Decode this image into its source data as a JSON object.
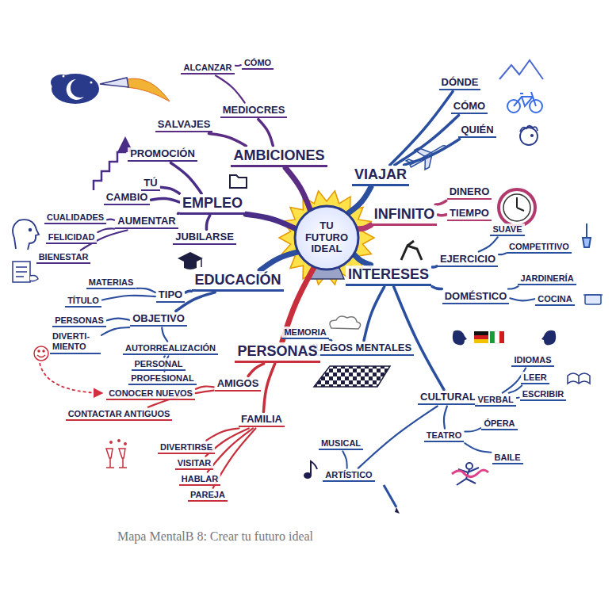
{
  "diagram": {
    "caption": "Mapa MentalB 8: Crear tu futuro ideal",
    "nodes": [
      {
        "text": [
          "TU FUTURO IDEAL"
        ]
      },
      {
        "text": [
          "AMBICIONES"
        ]
      },
      {
        "text": [
          "SALVAJES"
        ]
      },
      {
        "text": [
          "MEDIOCRES"
        ]
      },
      {
        "text": [
          "ALCANZAR"
        ]
      },
      {
        "text": [
          "CÓMO"
        ]
      },
      {
        "text": [
          "VIAJAR"
        ]
      },
      {
        "text": [
          "DÓNDE"
        ]
      },
      {
        "text": [
          "CÓMO"
        ]
      },
      {
        "text": [
          "QUIÉN"
        ]
      },
      {
        "text": [
          "INFINITO"
        ]
      },
      {
        "text": [
          "DINERO"
        ]
      },
      {
        "text": [
          "TIEMPO"
        ]
      },
      {
        "text": [
          "INTERESES"
        ]
      },
      {
        "text": [
          "EJERCICIO"
        ]
      },
      {
        "text": [
          "SUAVE"
        ]
      },
      {
        "text": [
          "COMPETITIVO"
        ]
      },
      {
        "text": [
          "DOMÉSTICO"
        ]
      },
      {
        "text": [
          "JARDINERÍA"
        ]
      },
      {
        "text": [
          "COCINA"
        ]
      },
      {
        "text": [
          "JUEGOS MENTALES"
        ]
      },
      {
        "text": [
          "MEMORIA"
        ]
      },
      {
        "text": [
          "CULTURAL"
        ]
      },
      {
        "text": [
          "VERBAL"
        ]
      },
      {
        "text": [
          "IDIOMAS"
        ]
      },
      {
        "text": [
          "LEER"
        ]
      },
      {
        "text": [
          "ESCRIBIR"
        ]
      },
      {
        "text": [
          "ARTÍSTICO"
        ]
      },
      {
        "text": [
          "MUSICAL"
        ]
      },
      {
        "text": [
          "TEATRO"
        ]
      },
      {
        "text": [
          "ÓPERA"
        ]
      },
      {
        "text": [
          "BAILE"
        ]
      },
      {
        "text": [
          "PERSONAS"
        ]
      },
      {
        "text": [
          "AMIGOS"
        ]
      },
      {
        "text": [
          "CONOCER NUEVOS"
        ]
      },
      {
        "text": [
          "CONTACTAR ANTIGUOS"
        ]
      },
      {
        "text": [
          "FAMILIA"
        ]
      },
      {
        "text": [
          "DIVERTIRSE"
        ]
      },
      {
        "text": [
          "VISITAR"
        ]
      },
      {
        "text": [
          "HABLAR"
        ]
      },
      {
        "text": [
          "PAREJA"
        ]
      },
      {
        "text": [
          "EDUCACIÓN"
        ]
      },
      {
        "text": [
          "TIPO"
        ]
      },
      {
        "text": [
          "MATERIAS"
        ]
      },
      {
        "text": [
          "TÍTULO"
        ]
      },
      {
        "text": [
          "OBJETIVO"
        ]
      },
      {
        "text": [
          "PERSONAS"
        ]
      },
      {
        "text": [
          "DIVERTI- MIENTO"
        ]
      },
      {
        "text": [
          "AUTORREALIZACIÓN"
        ]
      },
      {
        "text": [
          "PERSONAL"
        ]
      },
      {
        "text": [
          "PROFESIONAL"
        ]
      },
      {
        "text": [
          "EMPLEO"
        ]
      },
      {
        "text": [
          "PROMOCIÓN"
        ]
      },
      {
        "text": [
          "TÚ"
        ]
      },
      {
        "text": [
          "CAMBIO"
        ]
      },
      {
        "text": [
          "AUMENTAR"
        ]
      },
      {
        "text": [
          "CUALIDADES"
        ]
      },
      {
        "text": [
          "FELICIDAD"
        ]
      },
      {
        "text": [
          "BIENESTAR"
        ]
      },
      {
        "text": [
          "JUBILARSE"
        ]
      }
    ],
    "edges": [
      {
        "from": 0,
        "to": 1,
        "arrow": "none"
      },
      {
        "from": 1,
        "to": 2,
        "arrow": "none"
      },
      {
        "from": 1,
        "to": 3,
        "arrow": "none"
      },
      {
        "from": 3,
        "to": 4,
        "arrow": "none"
      },
      {
        "from": 4,
        "to": 5,
        "arrow": "none"
      },
      {
        "from": 0,
        "to": 6,
        "arrow": "none"
      },
      {
        "from": 6,
        "to": 7,
        "arrow": "none"
      },
      {
        "from": 6,
        "to": 8,
        "arrow": "none"
      },
      {
        "from": 6,
        "to": 9,
        "arrow": "none"
      },
      {
        "from": 0,
        "to": 10,
        "arrow": "none"
      },
      {
        "from": 10,
        "to": 11,
        "arrow": "none"
      },
      {
        "from": 10,
        "to": 12,
        "arrow": "none"
      },
      {
        "from": 0,
        "to": 13,
        "arrow": "none"
      },
      {
        "from": 13,
        "to": 14,
        "arrow": "none"
      },
      {
        "from": 14,
        "to": 15,
        "arrow": "none"
      },
      {
        "from": 14,
        "to": 16,
        "arrow": "none"
      },
      {
        "from": 13,
        "to": 17,
        "arrow": "none"
      },
      {
        "from": 17,
        "to": 18,
        "arrow": "none"
      },
      {
        "from": 17,
        "to": 19,
        "arrow": "none"
      },
      {
        "from": 13,
        "to": 20,
        "arrow": "none"
      },
      {
        "from": 20,
        "to": 21,
        "arrow": "none"
      },
      {
        "from": 13,
        "to": 22,
        "arrow": "none"
      },
      {
        "from": 22,
        "to": 23,
        "arrow": "none"
      },
      {
        "from": 23,
        "to": 24,
        "arrow": "none"
      },
      {
        "from": 23,
        "to": 25,
        "arrow": "none"
      },
      {
        "from": 23,
        "to": 26,
        "arrow": "none"
      },
      {
        "from": 22,
        "to": 27,
        "arrow": "none"
      },
      {
        "from": 27,
        "to": 28,
        "arrow": "none"
      },
      {
        "from": 22,
        "to": 29,
        "arrow": "none"
      },
      {
        "from": 29,
        "to": 30,
        "arrow": "none"
      },
      {
        "from": 29,
        "to": 31,
        "arrow": "none"
      },
      {
        "from": 0,
        "to": 32,
        "arrow": "none"
      },
      {
        "from": 32,
        "to": 33,
        "arrow": "none"
      },
      {
        "from": 33,
        "to": 34,
        "arrow": "none"
      },
      {
        "from": 33,
        "to": 35,
        "arrow": "none"
      },
      {
        "from": 32,
        "to": 36,
        "arrow": "none"
      },
      {
        "from": 36,
        "to": 37,
        "arrow": "none"
      },
      {
        "from": 36,
        "to": 38,
        "arrow": "none"
      },
      {
        "from": 36,
        "to": 39,
        "arrow": "none"
      },
      {
        "from": 36,
        "to": 40,
        "arrow": "none"
      },
      {
        "from": 0,
        "to": 41,
        "arrow": "none"
      },
      {
        "from": 41,
        "to": 42,
        "arrow": "none"
      },
      {
        "from": 42,
        "to": 43,
        "arrow": "none"
      },
      {
        "from": 42,
        "to": 44,
        "arrow": "none"
      },
      {
        "from": 41,
        "to": 45,
        "arrow": "none"
      },
      {
        "from": 45,
        "to": 46,
        "arrow": "none"
      },
      {
        "from": 45,
        "to": 47,
        "arrow": "none"
      },
      {
        "from": 45,
        "to": 48,
        "arrow": "none"
      },
      {
        "from": 48,
        "to": 49,
        "arrow": "none"
      },
      {
        "from": 48,
        "to": 50,
        "arrow": "none"
      },
      {
        "from": 0,
        "to": 51,
        "arrow": "none"
      },
      {
        "from": 51,
        "to": 52,
        "arrow": "none"
      },
      {
        "from": 51,
        "to": 53,
        "arrow": "none"
      },
      {
        "from": 51,
        "to": 54,
        "arrow": "none"
      },
      {
        "from": 51,
        "to": 55,
        "arrow": "none"
      },
      {
        "from": 55,
        "to": 56,
        "arrow": "none"
      },
      {
        "from": 55,
        "to": 57,
        "arrow": "none"
      },
      {
        "from": 55,
        "to": 58,
        "arrow": "none"
      },
      {
        "from": 51,
        "to": 59,
        "arrow": "none"
      }
    ]
  }
}
